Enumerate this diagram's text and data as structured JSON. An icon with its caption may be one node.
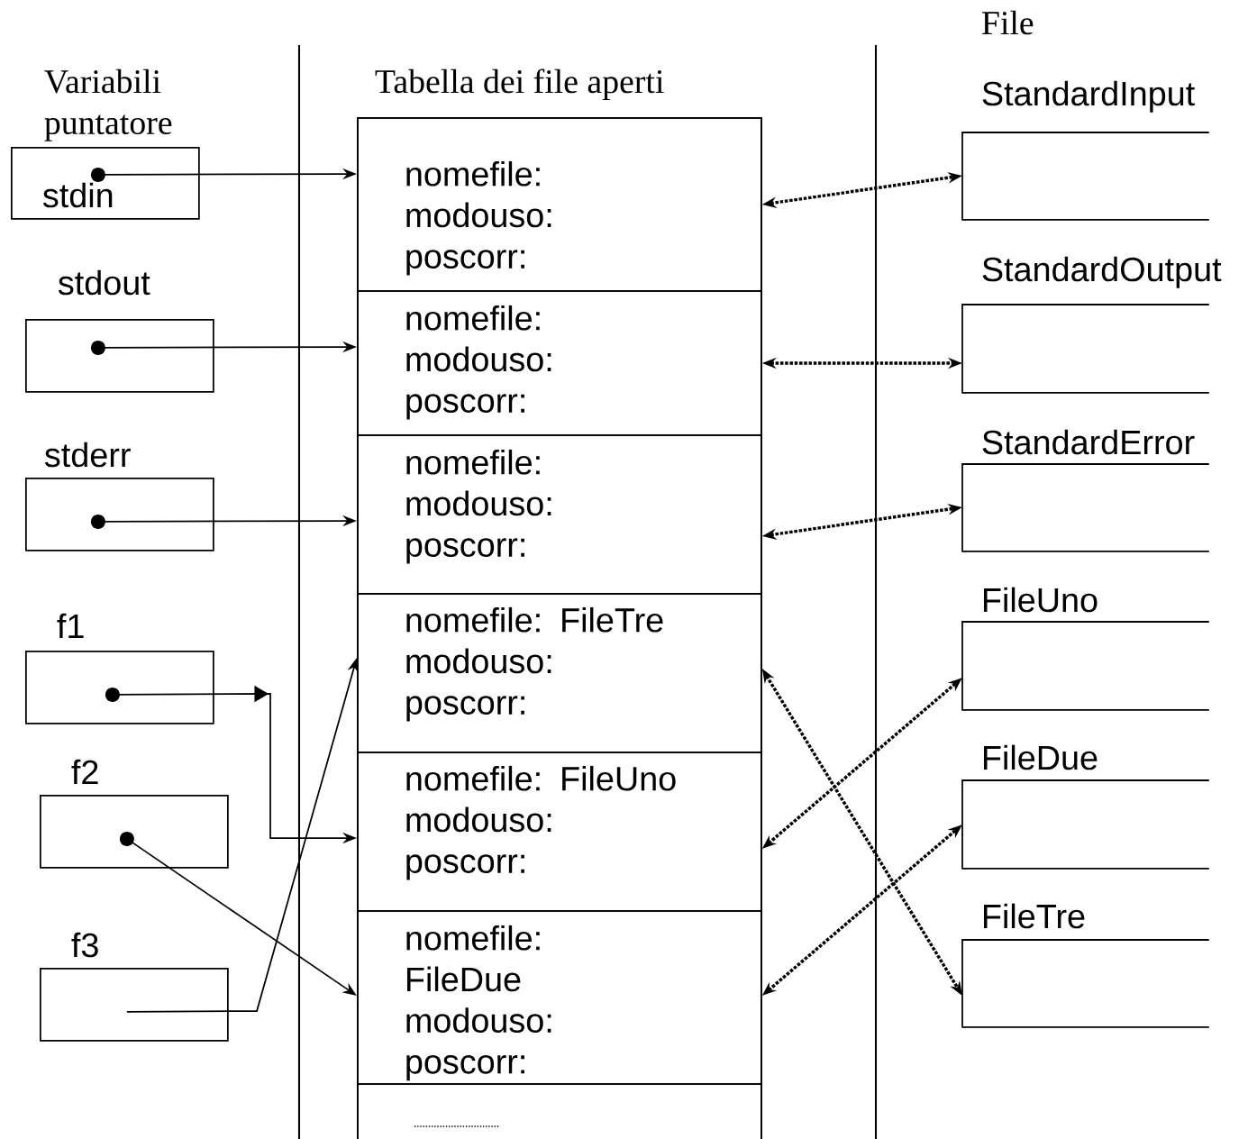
{
  "diagram": {
    "nodes": [
      {
        "text": [
          "stdin"
        ]
      },
      {
        "text": [
          "stdout"
        ]
      },
      {
        "text": [
          "stderr"
        ]
      },
      {
        "text": [
          "f1"
        ]
      },
      {
        "text": [
          "f2"
        ]
      },
      {
        "text": [
          "f3"
        ]
      },
      {
        "text": [
          "Tabella dei file aperti"
        ]
      },
      {
        "text": [
          "nomefile:",
          "modouso:",
          "poscorr:"
        ],
        "in": 6
      },
      {
        "text": [
          "nomefile:",
          "modouso:",
          "poscorr:"
        ],
        "in": 6
      },
      {
        "text": [
          "nomefile:",
          "modouso:",
          "poscorr:"
        ],
        "in": 6
      },
      {
        "text": [
          "nomefile: FileTre",
          "modouso:",
          "poscorr:"
        ],
        "in": 6
      },
      {
        "text": [
          "nomefile: FileUno",
          "modouso:",
          "poscorr:"
        ],
        "in": 6
      },
      {
        "text": [
          "nomefile: FileDue",
          "modouso:",
          "poscorr:"
        ],
        "in": 6
      },
      {
        "text": [],
        "shape": "box",
        "in": 6
      },
      {
        "text": [
          "StandardInput"
        ]
      },
      {
        "text": [
          "StandardOutput"
        ]
      },
      {
        "text": [
          "StandardError"
        ]
      },
      {
        "text": [
          "FileUno"
        ]
      },
      {
        "text": [
          "FileDue"
        ]
      },
      {
        "text": [
          "FileTre"
        ]
      }
    ],
    "edges": [
      {
        "from": 0,
        "to": 7,
        "arrow": "to"
      },
      {
        "from": 1,
        "to": 8,
        "arrow": "to"
      },
      {
        "from": 2,
        "to": 9,
        "arrow": "to"
      },
      {
        "from": 3,
        "to": 11,
        "arrow": "to"
      },
      {
        "from": 4,
        "to": 12,
        "arrow": "to"
      },
      {
        "from": 5,
        "to": 10,
        "arrow": "to"
      },
      {
        "from": 7,
        "to": 14,
        "arrow": "both",
        "style": "dashed"
      },
      {
        "from": 8,
        "to": 15,
        "arrow": "both",
        "style": "dashed"
      },
      {
        "from": 9,
        "to": 16,
        "arrow": "both",
        "style": "dashed"
      },
      {
        "from": 10,
        "to": 19,
        "arrow": "both",
        "style": "dashed"
      },
      {
        "from": 11,
        "to": 17,
        "arrow": "both",
        "style": "dashed"
      },
      {
        "from": 12,
        "to": 18,
        "arrow": "both",
        "style": "dashed"
      }
    ],
    "labels": [
      "Variabili puntatore",
      "File"
    ]
  }
}
